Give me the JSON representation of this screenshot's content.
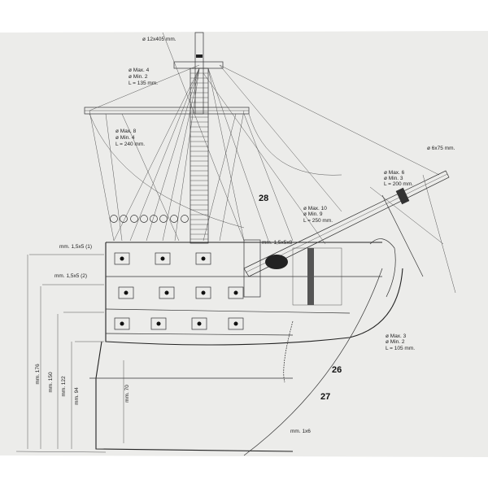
{
  "title": "Ship rigging plan",
  "labels": {
    "topmast": "ø 12x405 mm.",
    "yard_top": [
      "ø Max. 4",
      "ø Min. 2",
      "L = 135 mm."
    ],
    "yard_main": [
      "ø Max. 8",
      "ø Min. 4",
      "L = 240 mm."
    ],
    "jibboom": "ø 6x75 mm.",
    "sprit_top": [
      "ø Max. 6",
      "ø Min. 3",
      "L = 200 mm."
    ],
    "bowsprit": [
      "ø Max. 10",
      "ø Min. 9",
      "L = 250 mm."
    ],
    "strip_158": "mm. 1,5x5x8",
    "strip1": "mm. 1,5x5 (1)",
    "strip2": "mm. 1,5x5 (2)",
    "spar_low": [
      "ø Max. 3",
      "ø Min. 2",
      "L = 105 mm."
    ],
    "strip_1x6": "mm. 1x6"
  },
  "part_numbers": {
    "p28": "28",
    "p26": "26",
    "p27": "27"
  },
  "dimensions": {
    "d176": "mm. 176",
    "d150": "mm. 150",
    "d122": "mm. 122",
    "d94": "mm. 94",
    "d70": "mm. 70"
  }
}
